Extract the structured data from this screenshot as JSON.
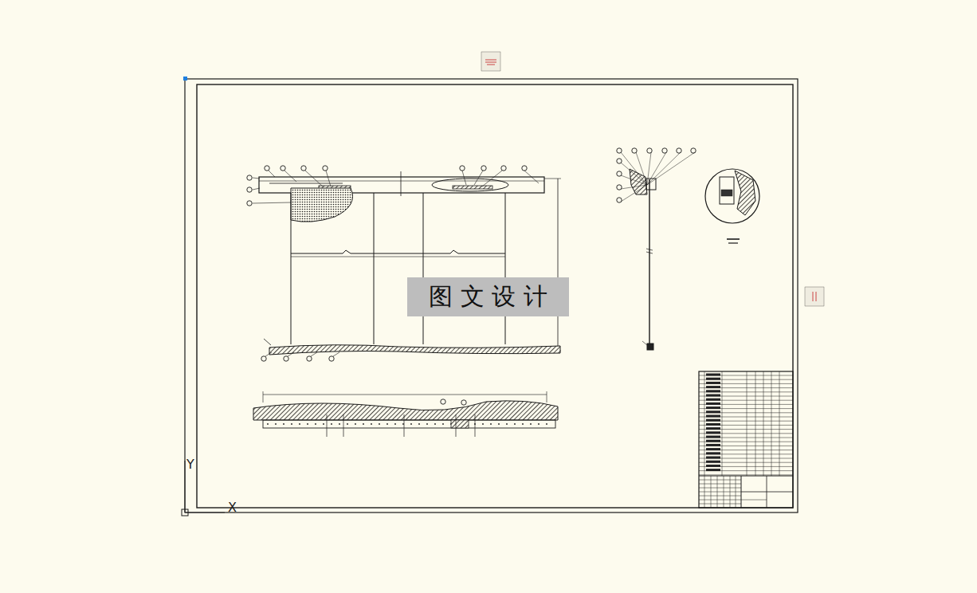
{
  "diagram": {
    "nodes": [
      {
        "text": [
          "图 文 设 计"
        ]
      }
    ],
    "labels": [
      "Y",
      "X"
    ]
  }
}
